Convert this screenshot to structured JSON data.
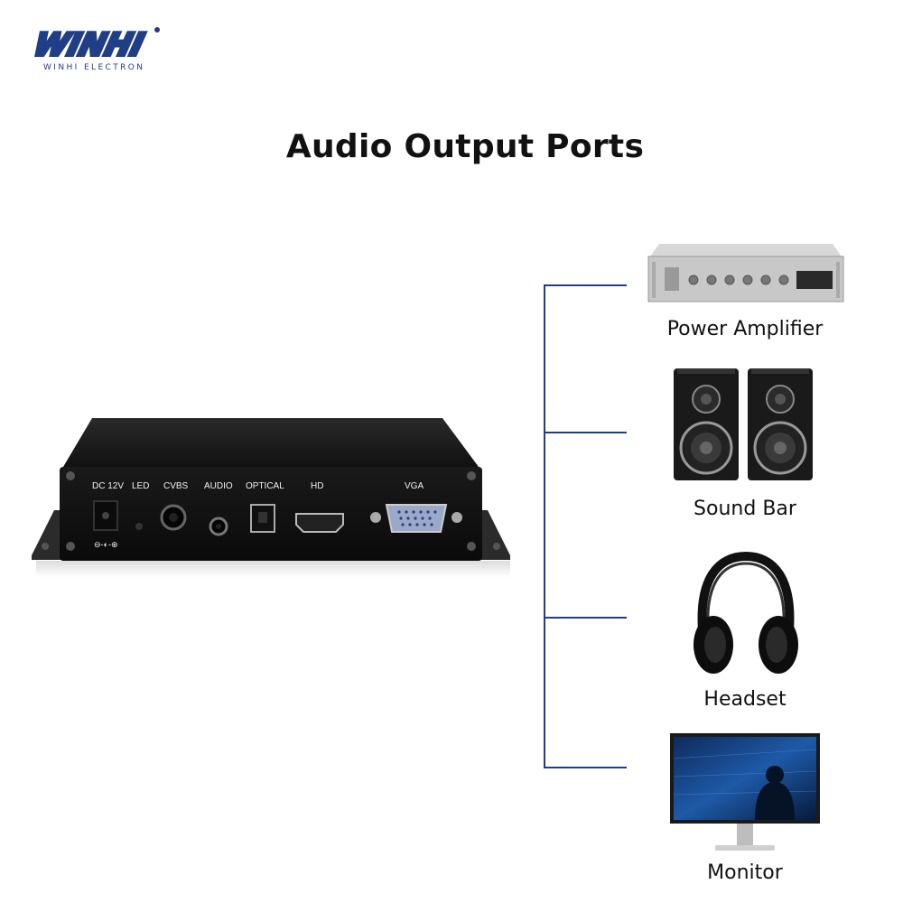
{
  "logo": {
    "brand": "WINHI",
    "subtitle": "WINHI ELECTRON",
    "color": "#1f3e86"
  },
  "title": "Audio Output Ports",
  "device": {
    "ports": [
      {
        "label": "DC 12V"
      },
      {
        "label": "LED"
      },
      {
        "label": "CVBS"
      },
      {
        "label": "AUDIO"
      },
      {
        "label": "OPTICAL"
      },
      {
        "label": "HD"
      },
      {
        "label": "VGA"
      }
    ],
    "polarity_symbol": "⊖-◐-⊕"
  },
  "outputs": [
    {
      "label": "Power Amplifier"
    },
    {
      "label": "Sound Bar"
    },
    {
      "label": "Headset"
    },
    {
      "label": "Monitor"
    }
  ],
  "colors": {
    "line": "#1f3e86",
    "device_body": "#1b1b1b"
  }
}
